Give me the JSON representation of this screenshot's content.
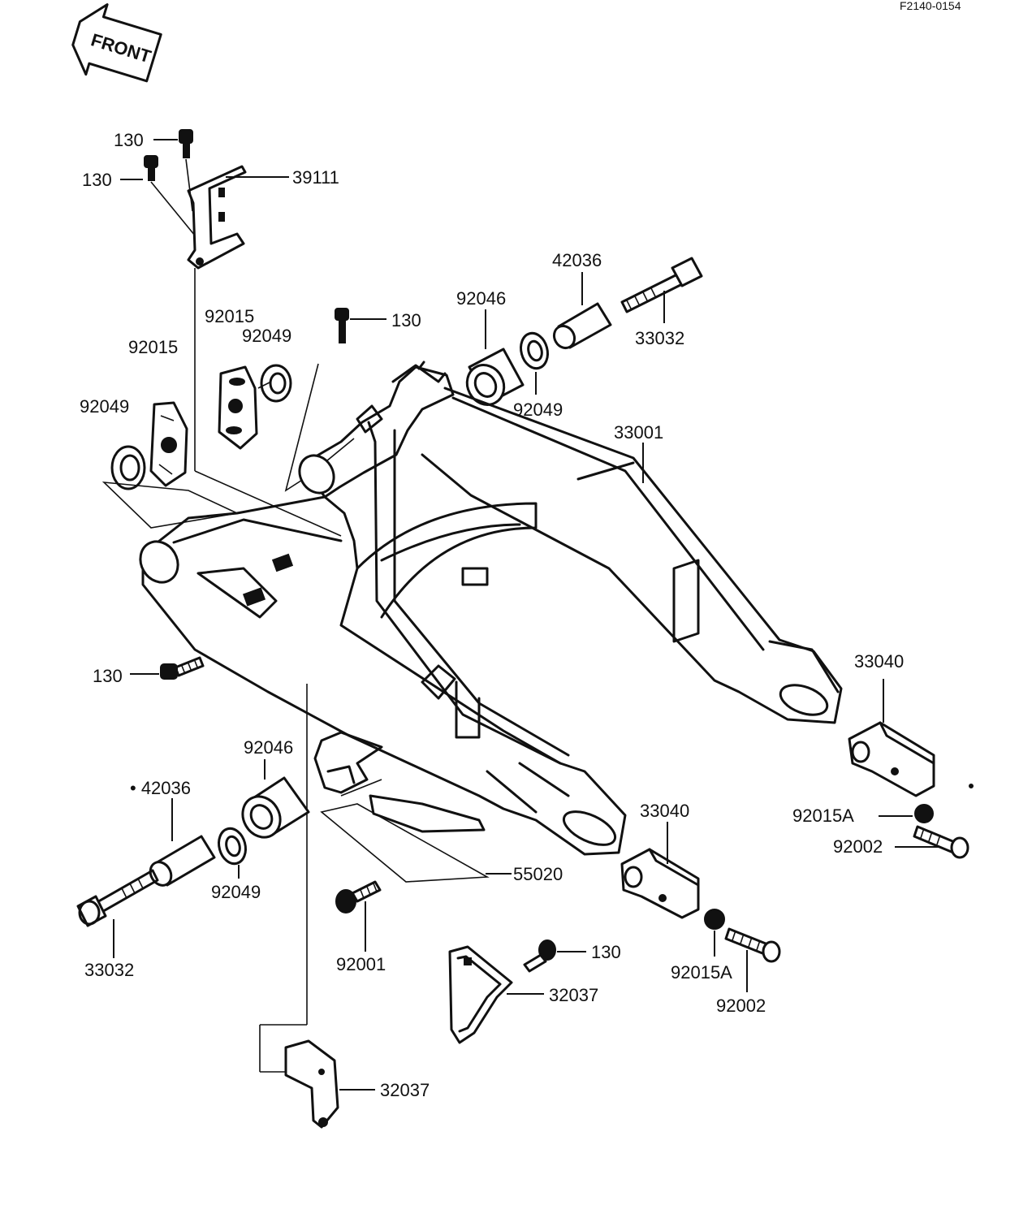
{
  "diagram_code": "F2140-0154",
  "orientation_label": "FRONT",
  "callouts": {
    "bolt_130_a": "130",
    "bolt_130_b": "130",
    "bracket_39111": "39111",
    "bolt_130_c": "130",
    "bushing_42036_top": "42036",
    "sleeve_92046_top": "92046",
    "pivot_shaft_33032_top": "33032",
    "plate_92015_a": "92015",
    "washer_92049_a": "92049",
    "plate_92015_b": "92015",
    "washer_92049_b": "92049",
    "washer_92049_c": "92049",
    "swingarm_33001": "33001",
    "bolt_130_d": "130",
    "adjuster_33040_right": "33040",
    "sleeve_92046_bottom": "92046",
    "bushing_42036_bottom": "• 42036",
    "adjuster_33040_center": "33040",
    "nut_92015a_right": "92015A",
    "bolt_92002_right": "92002",
    "washer_92049_d": "92049",
    "guard_55020": "55020",
    "pivot_shaft_33032_bottom": "33032",
    "bolt_92001": "92001",
    "bolt_130_e": "130",
    "nut_92015a_center": "92015A",
    "cover_32037_upper": "32037",
    "bolt_92002_center": "92002",
    "cover_32037_lower": "32037"
  }
}
